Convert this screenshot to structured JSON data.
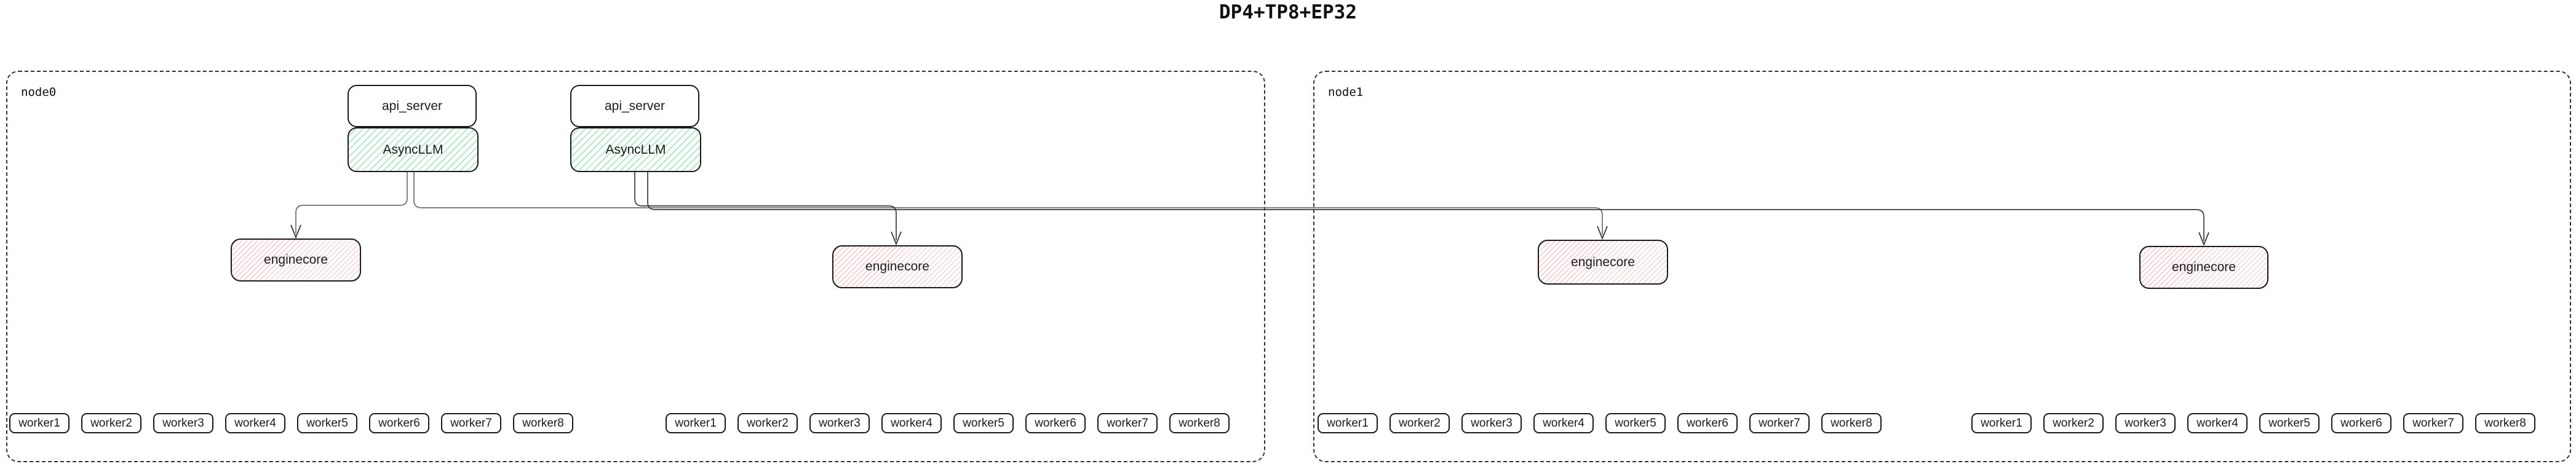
{
  "title": "DP4+TP8+EP32",
  "colors": {
    "background": "#ffffff",
    "box_border": "#1a1a1a",
    "node_border_dashed": "#333333",
    "asyncllm_hatch_green": "#60d28a",
    "enginecore_hatch_pink": "#ee9494",
    "edge_line": "#555555"
  },
  "node0": {
    "label": "node0",
    "stacks": [
      {
        "api": "api_server",
        "async": "AsyncLLM"
      },
      {
        "api": "api_server",
        "async": "AsyncLLM"
      }
    ],
    "enginecores": [
      "enginecore",
      "enginecore"
    ],
    "worker_groups": [
      [
        "worker1",
        "worker2",
        "worker3",
        "worker4",
        "worker5",
        "worker6",
        "worker7",
        "worker8"
      ],
      [
        "worker1",
        "worker2",
        "worker3",
        "worker4",
        "worker5",
        "worker6",
        "worker7",
        "worker8"
      ]
    ]
  },
  "node1": {
    "label": "node1",
    "enginecores": [
      "enginecore",
      "enginecore"
    ],
    "worker_groups": [
      [
        "worker1",
        "worker2",
        "worker3",
        "worker4",
        "worker5",
        "worker6",
        "worker7",
        "worker8"
      ],
      [
        "worker1",
        "worker2",
        "worker3",
        "worker4",
        "worker5",
        "worker6",
        "worker7",
        "worker8"
      ]
    ]
  }
}
